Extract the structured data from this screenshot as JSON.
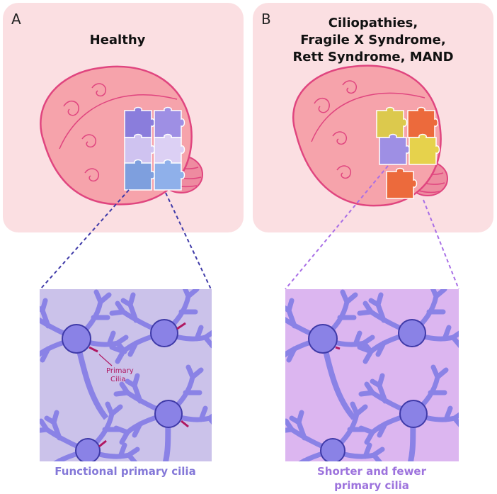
{
  "panel_a": {
    "letter": "A",
    "title": "Healthy",
    "caption": "Functional primary cilia",
    "annotation_line1": "Primary",
    "annotation_line2": "Cilia"
  },
  "panel_b": {
    "letter": "B",
    "title_line1": "Ciliopathies,",
    "title_line2": "Fragile X Syndrome,",
    "title_line3": "Rett Syndrome, MAND",
    "caption_line1": "Shorter and fewer",
    "caption_line2": "primary cilia"
  },
  "colors": {
    "panel_bg": "#fbdfe2",
    "brain_fill": "#f6a3ab",
    "brain_stroke": "#e0457f",
    "neuron_fill": "#8a82e6",
    "neuron_stroke": "#3f3aa8",
    "cilia": "#b01761",
    "box_a_bg": "#cbc2ea",
    "box_b_bg": "#dcb6f0",
    "caption_a": "#8478d8",
    "caption_b": "#9d73dd",
    "puzzle_healthy": [
      "#8a7ddc",
      "#9e8fe4",
      "#cfc3f0",
      "#dcd0f4",
      "#7e9fde",
      "#8fb0ea"
    ],
    "puzzle_disease": [
      "#dcc94d",
      "#ec6a3c",
      "#9e8fe4",
      "#e6d24c",
      "#ec6a3c"
    ]
  }
}
